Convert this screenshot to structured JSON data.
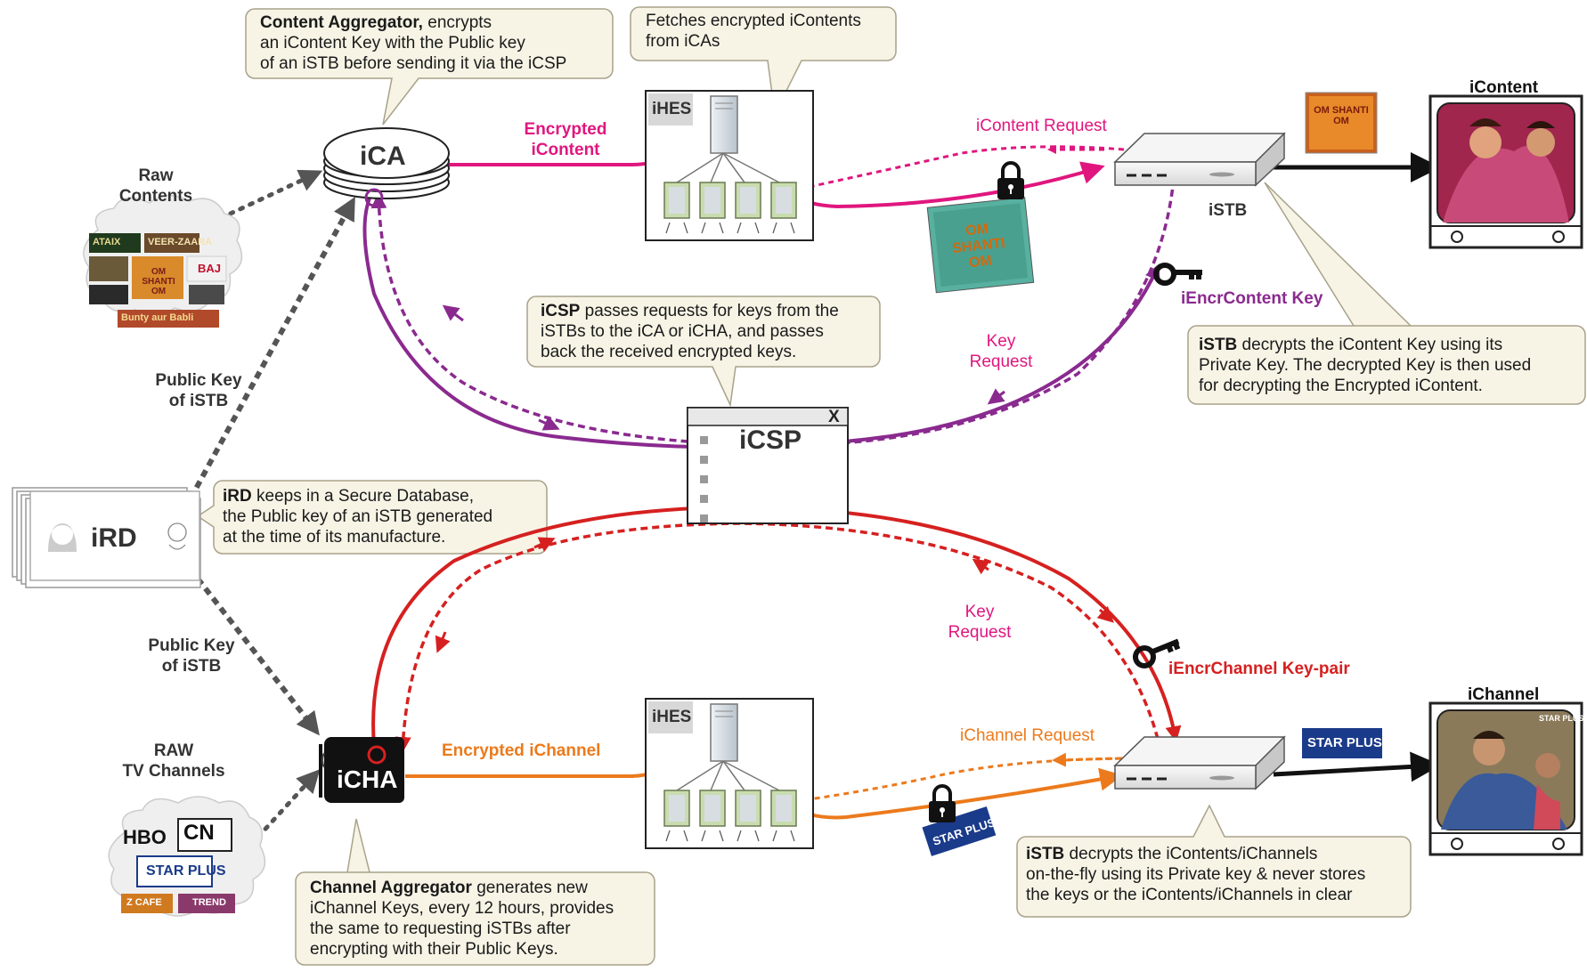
{
  "nodes": {
    "ica": "iCA",
    "iha_top": "iHES",
    "iha_bottom": "iHES",
    "icsp": "iCSP",
    "icsp_close": "X",
    "ird": "iRD",
    "icha": "iCHA",
    "istb_top": "iSTB",
    "icontent_tv": "iContent",
    "ichannel_tv": "iChannel"
  },
  "sources": {
    "raw_contents": [
      "Raw",
      "Contents"
    ],
    "raw_tv": [
      "RAW",
      "TV Channels"
    ],
    "content_logos": [
      "ATAIX",
      "VEER-ZAARA",
      "OM SHANTI OM",
      "BAJ",
      "Bunty aur Babli"
    ],
    "tv_logos": [
      "HBO",
      "CN",
      "STAR PLUS",
      "Z CAFE",
      "TREND"
    ]
  },
  "callouts": {
    "ica": {
      "bold": "Content Aggregator,",
      "rest": " encrypts",
      "lines": [
        "an iContent Key with the Public key",
        "of an iSTB before sending it via the iCSP"
      ]
    },
    "ihes": {
      "lines": [
        "Fetches encrypted iContents",
        "from iCAs"
      ]
    },
    "icsp": {
      "bold": "iCSP",
      "rest": " passes requests for keys from the",
      "lines": [
        "iSTBs to the iCA or iCHA, and passes",
        "back the received encrypted keys."
      ]
    },
    "istb_top": {
      "bold": "iSTB",
      "rest": " decrypts the iContent Key using its",
      "lines": [
        "Private Key. The decrypted Key is then used",
        "for decrypting the Encrypted iContent."
      ]
    },
    "ird": {
      "bold": "iRD",
      "rest": " keeps in a Secure Database,",
      "lines": [
        "the Public key of an iSTB generated",
        "at the time of its manufacture."
      ]
    },
    "icha": {
      "bold": "Channel Aggregator",
      "rest": " generates new",
      "lines": [
        "iChannel Keys, every 12 hours, provides",
        "the same to requesting iSTBs after",
        "encrypting with their Public Keys."
      ]
    },
    "istb_bottom": {
      "bold": "iSTB",
      "rest": " decrypts the iContents/iChannels",
      "lines": [
        "on-the-fly using its Private key & never stores",
        "the keys or the iContents/iChannels in clear"
      ]
    }
  },
  "arrow_labels": {
    "encrypted_icontent": [
      "Encrypted",
      "iContent"
    ],
    "icontent_request": "iContent Request",
    "iencr_content_key": "iEncrContent Key",
    "key_request_top": [
      "Key",
      "Request"
    ],
    "key_request_bottom": [
      "Key",
      "Request"
    ],
    "iencr_channel_keypair": "iEncrChannel Key-pair",
    "encrypted_ichannel": "Encrypted iChannel",
    "ichannel_request": "iChannel Request",
    "public_key_top": [
      "Public Key",
      "of iSTB"
    ],
    "public_key_bottom": [
      "Public Key",
      "of iSTB"
    ]
  },
  "thumbnails": {
    "om_small": "OM SHANTI OM",
    "om_big": "OM SHANTI OM",
    "star_plus_box": "STAR PLUS",
    "star_plus_lock": "STAR PLUS",
    "tv_top_badge": "",
    "tv_bottom_badge": "STAR PLUS"
  },
  "colors": {
    "magenta": "#e0167e",
    "purple": "#8a2a8f",
    "red": "#d62020",
    "orange": "#ec7a1c",
    "gray_arrow": "#555555",
    "callout_fill": "#f7f4e6",
    "callout_border": "#a8a28a"
  }
}
